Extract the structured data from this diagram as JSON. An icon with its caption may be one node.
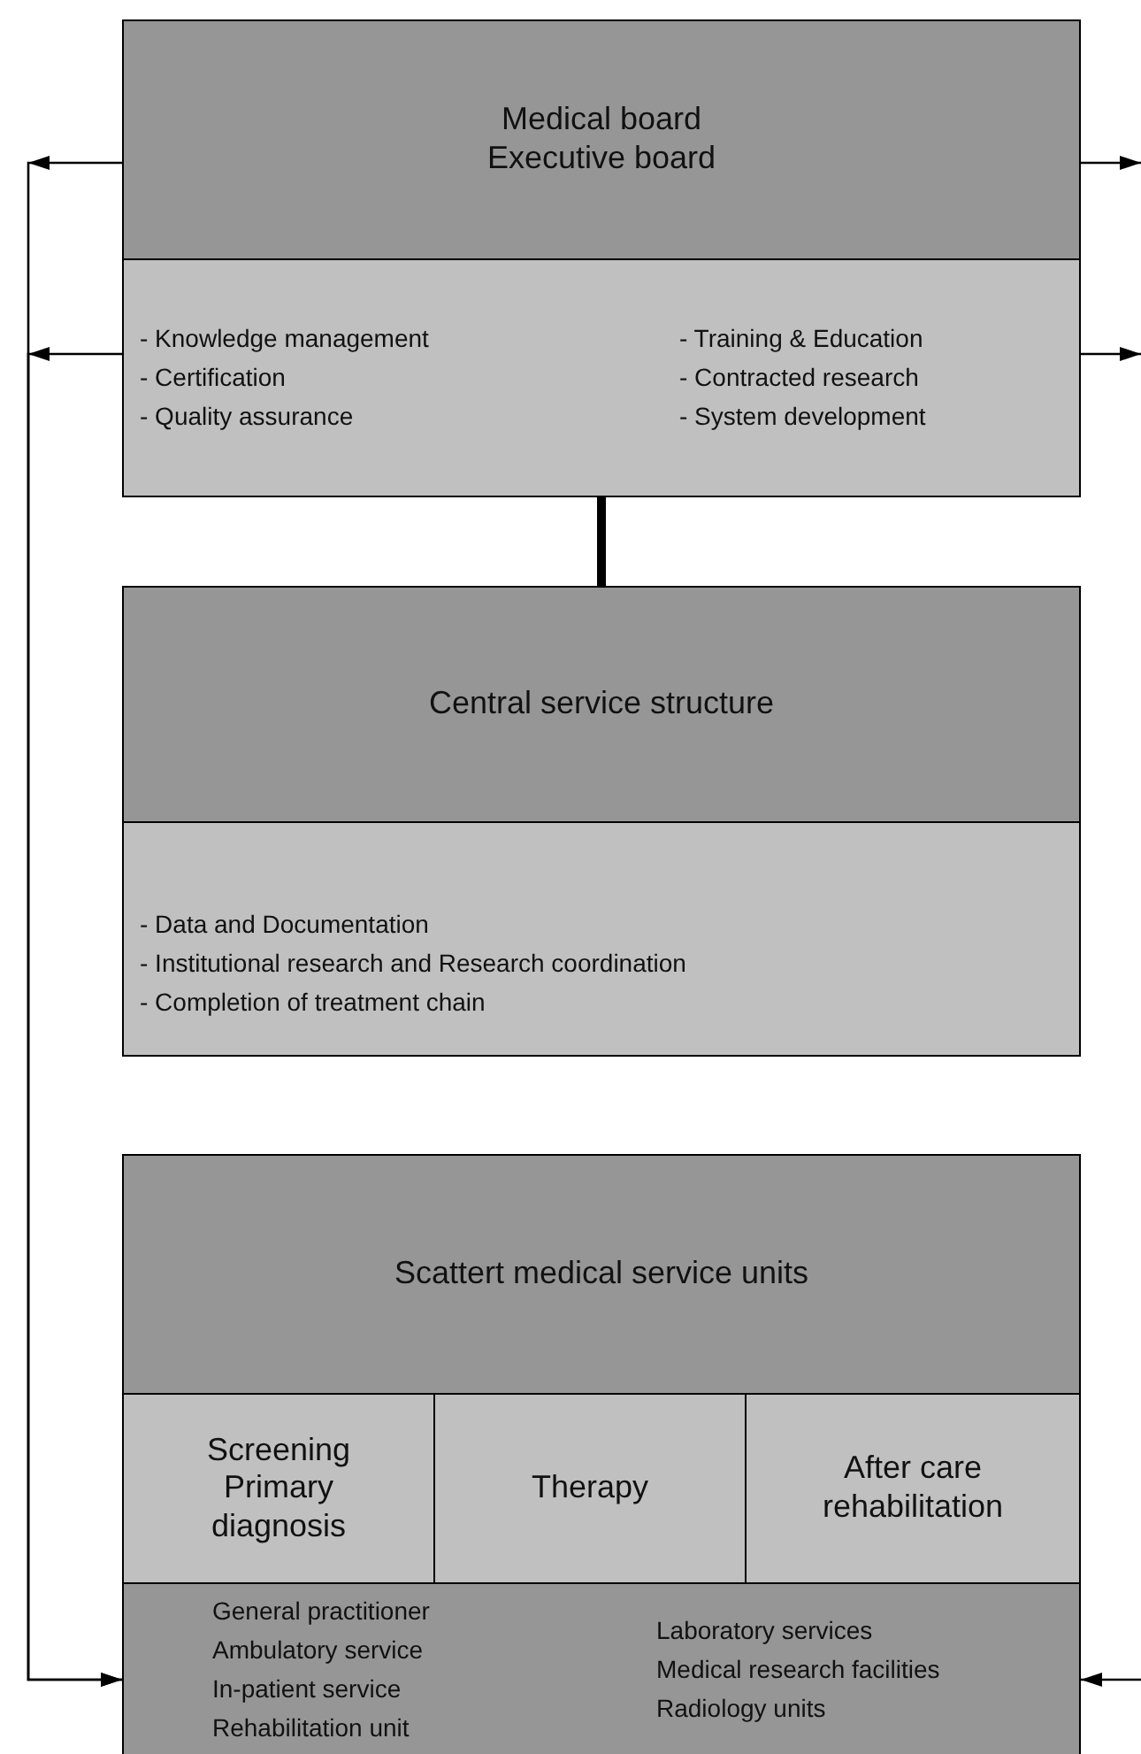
{
  "diagram": {
    "nodes": [
      {
        "text": [
          "Medical board Executive board"
        ]
      },
      {
        "text": [
          "- Knowledge management",
          "- Certification",
          "- Quality assurance",
          "- Training & Education",
          "- Contracted research",
          "- System development"
        ]
      },
      {
        "text": [
          "Central service structure"
        ]
      },
      {
        "text": [
          "- Data and Documentation",
          "- Institutional research and Research coordination",
          "- Completion of treatment chain"
        ]
      },
      {
        "text": [
          "Scattert medical service units"
        ]
      },
      {
        "text": [
          "Screening Primary diagnosis"
        ]
      },
      {
        "text": [
          "Therapy"
        ]
      },
      {
        "text": [
          "After care rehabilitation"
        ]
      },
      {
        "text": [
          "General practitioner",
          "Ambulatory service",
          "In-patient service",
          "Rehabilitation unit",
          "Laboratory services",
          "Medical research facilities",
          "Radiology units"
        ]
      }
    ],
    "edges": [
      {
        "from": 0,
        "to": 8,
        "arrow": "to"
      },
      {
        "from": 1,
        "to": 8,
        "arrow": "to"
      },
      {
        "from": 0,
        "to": null,
        "arrow": "to"
      },
      {
        "from": 1,
        "to": null,
        "arrow": "to"
      },
      {
        "from": 1,
        "to": 2,
        "arrow": "none",
        "style": "thick"
      },
      {
        "from": null,
        "to": 8,
        "arrow": "to"
      }
    ]
  }
}
